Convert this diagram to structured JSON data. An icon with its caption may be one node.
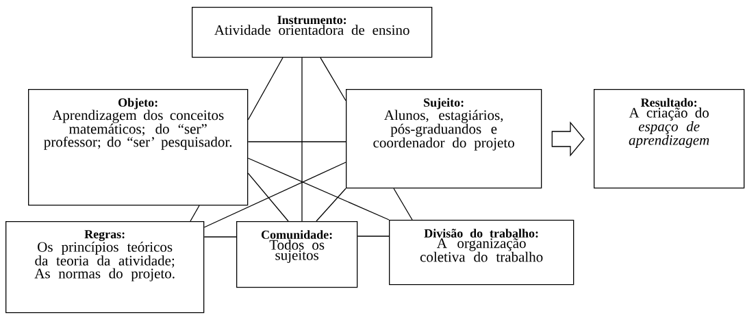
{
  "diagram": {
    "nodes": [
      {
        "text": [
          "Instrumento:",
          "Atividade orientadora de ensino"
        ]
      },
      {
        "text": [
          "Objeto:",
          "Aprendizagem dos conceitos matemáticos; do “ser” professor; do “ser’ pesquisador."
        ]
      },
      {
        "text": [
          "Sujeito:",
          "Alunos, estagiários, pós-graduandos e coordenador do projeto"
        ]
      },
      {
        "text": [
          "Resultado:",
          "A criação do *espaço de aprendizagem*"
        ]
      },
      {
        "text": [
          "Regras:",
          "Os princípios teóricos da teoria da atividade;",
          "As normas do projeto."
        ]
      },
      {
        "text": [
          "Comunidade:",
          "Todos os sujeitos"
        ]
      },
      {
        "text": [
          "Divisão do trabalho:",
          "A organização coletiva do trabalho"
        ]
      }
    ],
    "edges": [
      {
        "from": 0,
        "to": 1,
        "arrow": "none"
      },
      {
        "from": 0,
        "to": 2,
        "arrow": "none"
      },
      {
        "from": 0,
        "to": 5,
        "arrow": "none"
      },
      {
        "from": 1,
        "to": 2,
        "arrow": "none"
      },
      {
        "from": 1,
        "to": 5,
        "arrow": "none"
      },
      {
        "from": 1,
        "to": 6,
        "arrow": "none"
      },
      {
        "from": 1,
        "to": 4,
        "arrow": "none"
      },
      {
        "from": 2,
        "to": 4,
        "arrow": "none"
      },
      {
        "from": 2,
        "to": 5,
        "arrow": "none"
      },
      {
        "from": 2,
        "to": 6,
        "arrow": "none"
      },
      {
        "from": 4,
        "to": 5,
        "arrow": "none"
      },
      {
        "from": 5,
        "to": 6,
        "arrow": "none"
      },
      {
        "from": 2,
        "to": 3,
        "arrow": "to"
      }
    ]
  }
}
